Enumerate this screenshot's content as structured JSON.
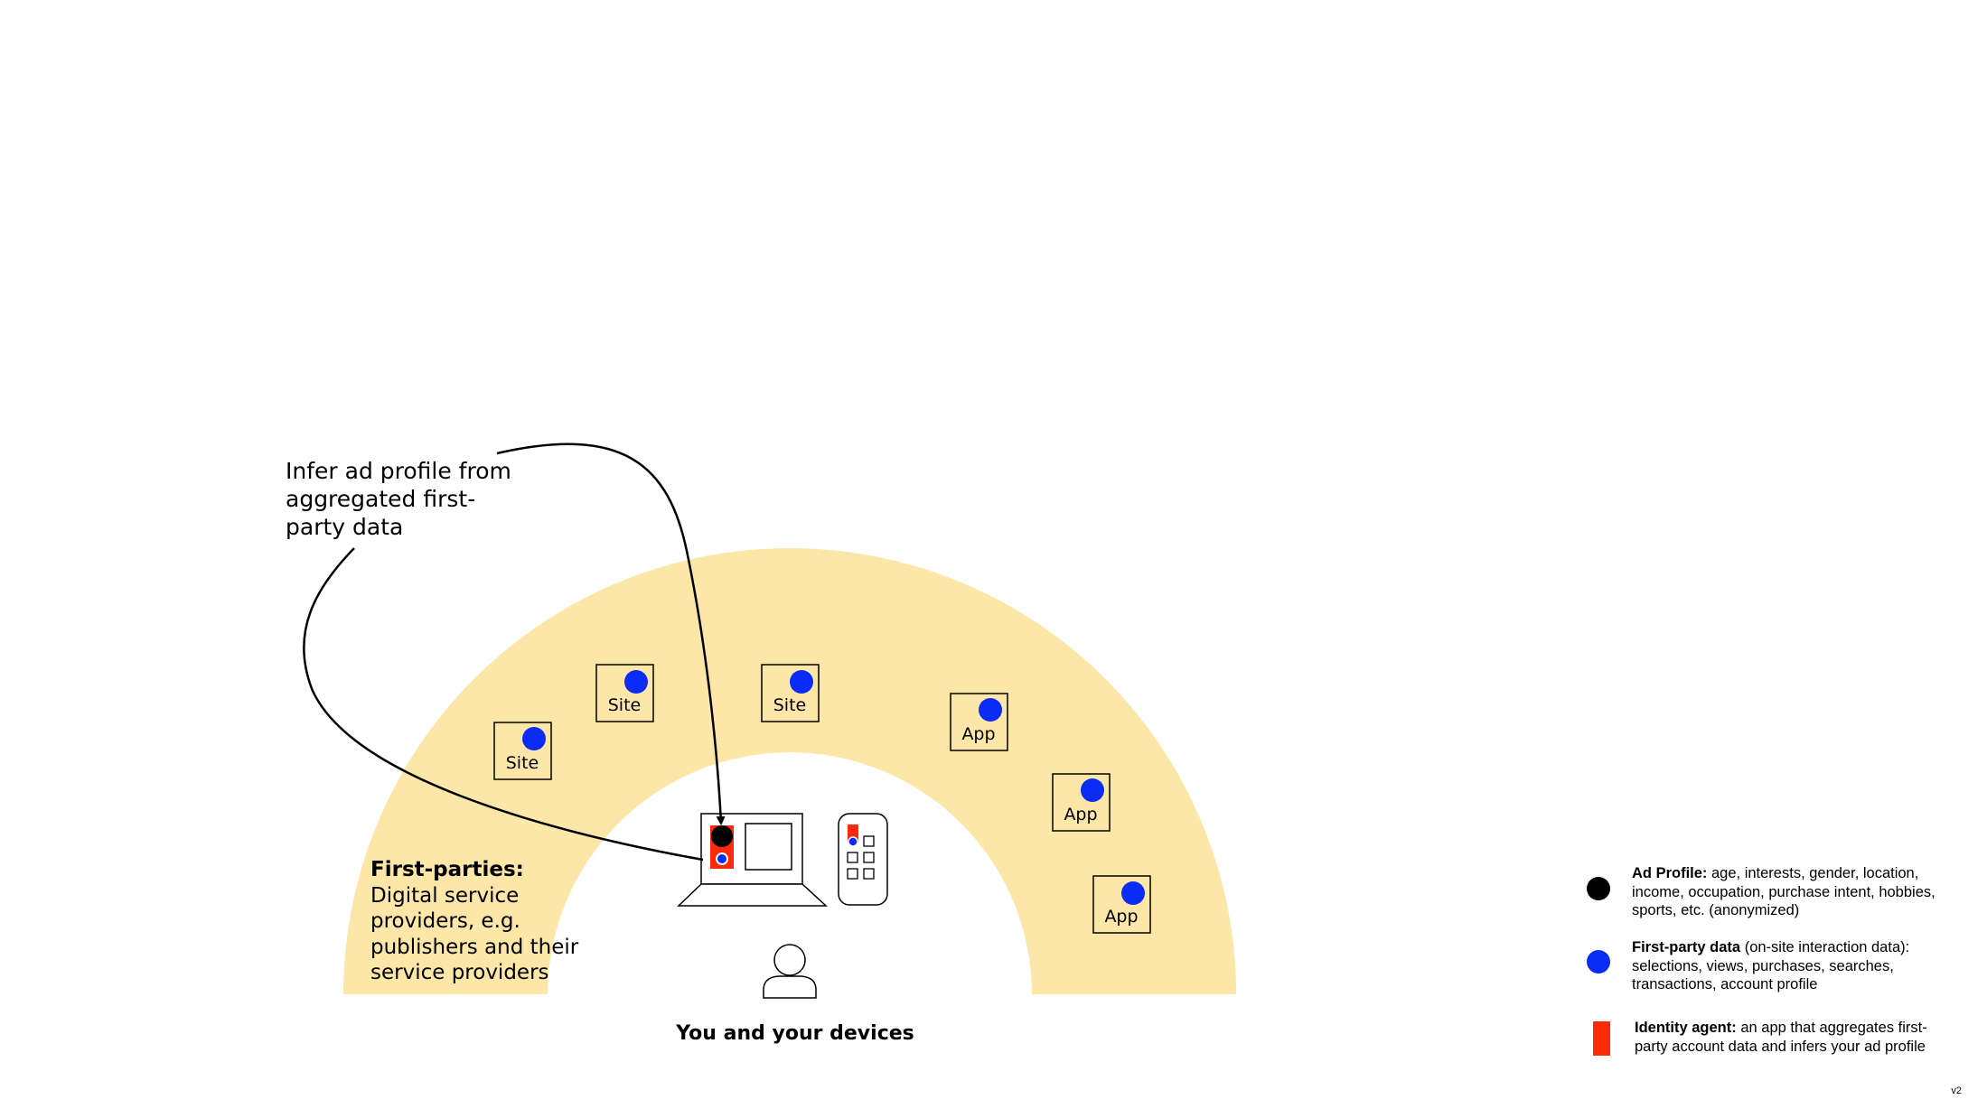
{
  "colors": {
    "arc": "#fce7a8",
    "first_party_dot": "#0a2cf5",
    "ad_profile_dot": "#000000",
    "identity_agent": "#ff2a0a"
  },
  "annotation": "Infer ad profile from aggregated first-party data",
  "first_parties": {
    "title": "First-parties:",
    "body": "Digital service providers, e.g. publishers and their service providers"
  },
  "boxes": [
    {
      "label": "Site"
    },
    {
      "label": "Site"
    },
    {
      "label": "Site"
    },
    {
      "label": "App"
    },
    {
      "label": "App"
    },
    {
      "label": "App"
    }
  ],
  "user_label": "You and your devices",
  "legend": [
    {
      "icon": "ad-profile-dot",
      "title": "Ad Profile:",
      "text": " age, interests, gender, location, income, occupation, purchase intent, hobbies, sports, etc. (anonymized)"
    },
    {
      "icon": "first-party-dot",
      "title": "First-party data",
      "text": " (on-site interaction data): selections, views, purchases, searches, transactions, account profile"
    },
    {
      "icon": "identity-agent-bar",
      "title": "Identity agent:",
      "text": " an app that aggregates first-party account data and infers your ad profile"
    }
  ],
  "version": "v2"
}
